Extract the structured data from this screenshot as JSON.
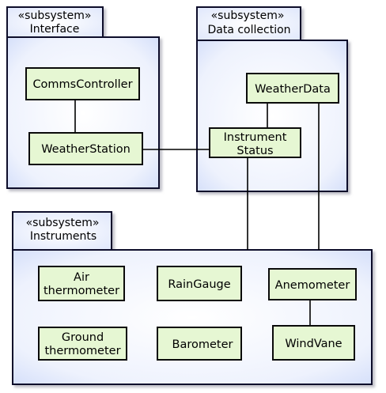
{
  "packages": {
    "interface": {
      "stereotype": "«subsystem»",
      "name": "Interface"
    },
    "data_collection": {
      "stereotype": "«subsystem»",
      "name": "Data collection"
    },
    "instruments": {
      "stereotype": "«subsystem»",
      "name": "Instruments"
    }
  },
  "classes": {
    "comms_controller": "CommsController",
    "weather_station": "WeatherStation",
    "weather_data": "WeatherData",
    "instrument_status_line1": "Instrument",
    "instrument_status_line2": "Status",
    "air_thermometer_line1": "Air",
    "air_thermometer_line2": "thermometer",
    "rain_gauge": "RainGauge",
    "anemometer": "Anemometer",
    "ground_thermometer_line1": "Ground",
    "ground_thermometer_line2": "thermometer",
    "barometer": "Barometer",
    "wind_vane": "WindVane"
  },
  "colors": {
    "package_fill_edge": "#dfe6fb",
    "package_fill_center": "#ffffff",
    "class_fill": "#e6f7d3",
    "outline": "#0a0a2a"
  }
}
